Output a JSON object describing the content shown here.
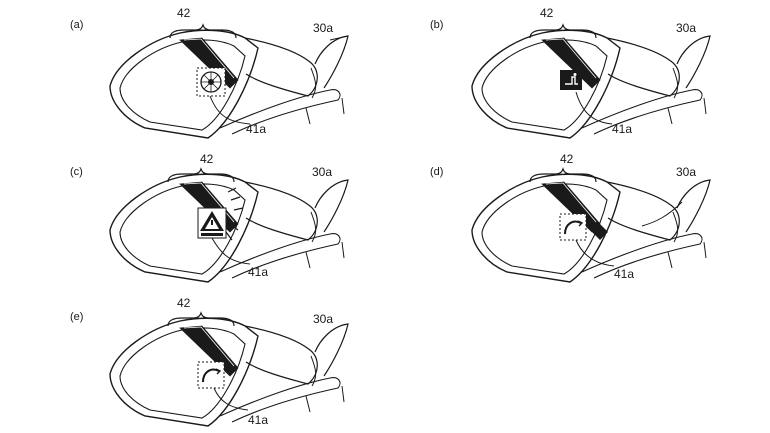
{
  "panels": [
    {
      "label": "(a)",
      "ref_top": "42",
      "ref_side": "30a",
      "ref_bottom": "41a",
      "icon": "steering-wheel-icon"
    },
    {
      "label": "(b)",
      "ref_top": "42",
      "ref_side": "30a",
      "ref_bottom": "41a",
      "icon": "seat-icon"
    },
    {
      "label": "(c)",
      "ref_top": "42",
      "ref_side": "30a",
      "ref_bottom": "41a",
      "icon": "warning-triangle-icon"
    },
    {
      "label": "(d)",
      "ref_top": "42",
      "ref_side": "30a",
      "ref_bottom": "41a",
      "icon": "arc-gauge-icon"
    },
    {
      "label": "(e)",
      "ref_top": "42",
      "ref_side": "30a",
      "ref_bottom": "41a",
      "icon": "arc-gauge-icon"
    }
  ],
  "colors": {
    "line": "#1a1a1a",
    "background": "#ffffff"
  }
}
